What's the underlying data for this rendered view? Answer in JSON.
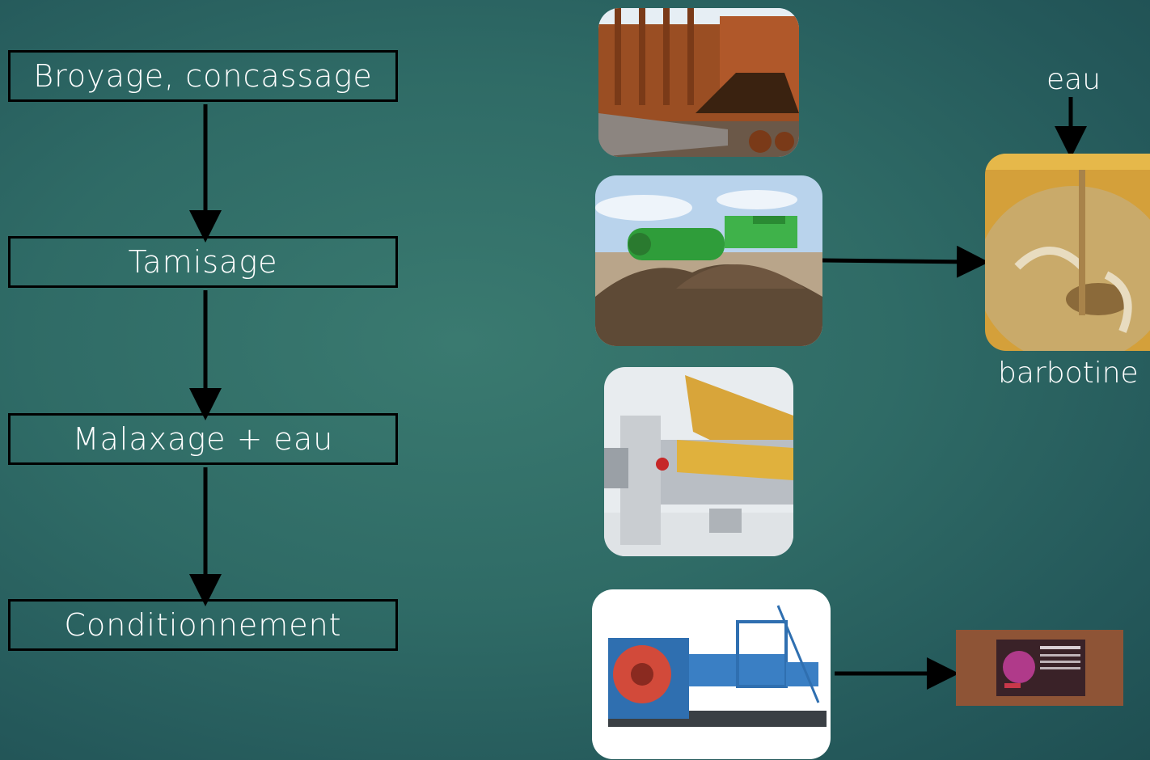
{
  "steps": [
    {
      "label": "Broyage, concassage"
    },
    {
      "label": "Tamisage"
    },
    {
      "label": "Malaxage + eau"
    },
    {
      "label": "Conditionnement"
    }
  ],
  "annotations": {
    "water": "eau",
    "slip": "barbotine"
  },
  "images": [
    {
      "icon": "crusher-machine-photo"
    },
    {
      "icon": "screening-machine-photo"
    },
    {
      "icon": "mixer-machine-photo"
    },
    {
      "icon": "extruder-machine-photo"
    },
    {
      "icon": "clay-slip-photo"
    },
    {
      "icon": "packaged-clay-photo"
    }
  ],
  "colors": {
    "background": "#2f6b66",
    "box_border": "#000000",
    "text": "#ffffff",
    "arrow": "#000000"
  }
}
